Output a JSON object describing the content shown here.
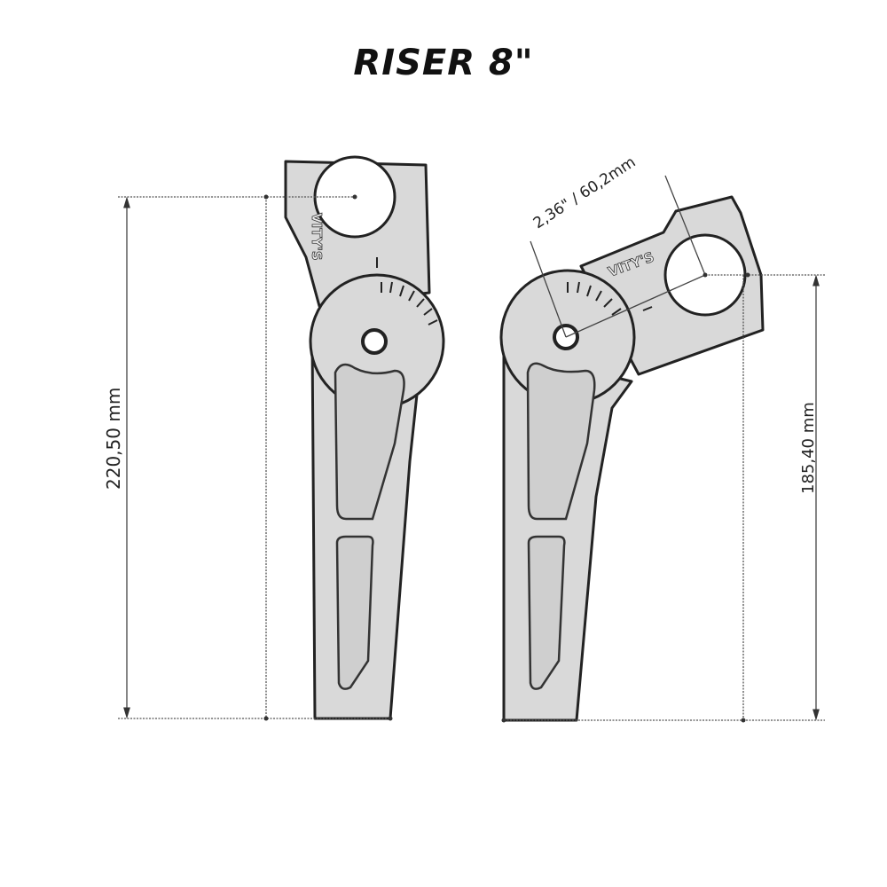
{
  "title": "RISER 8\"",
  "left_view": {
    "height_label": "220,50 mm",
    "logo": "VITY'S"
  },
  "right_view": {
    "height_label": "185,40 mm",
    "offset_label": "2,36\" / 60,2mm",
    "logo": "VITY'S"
  }
}
